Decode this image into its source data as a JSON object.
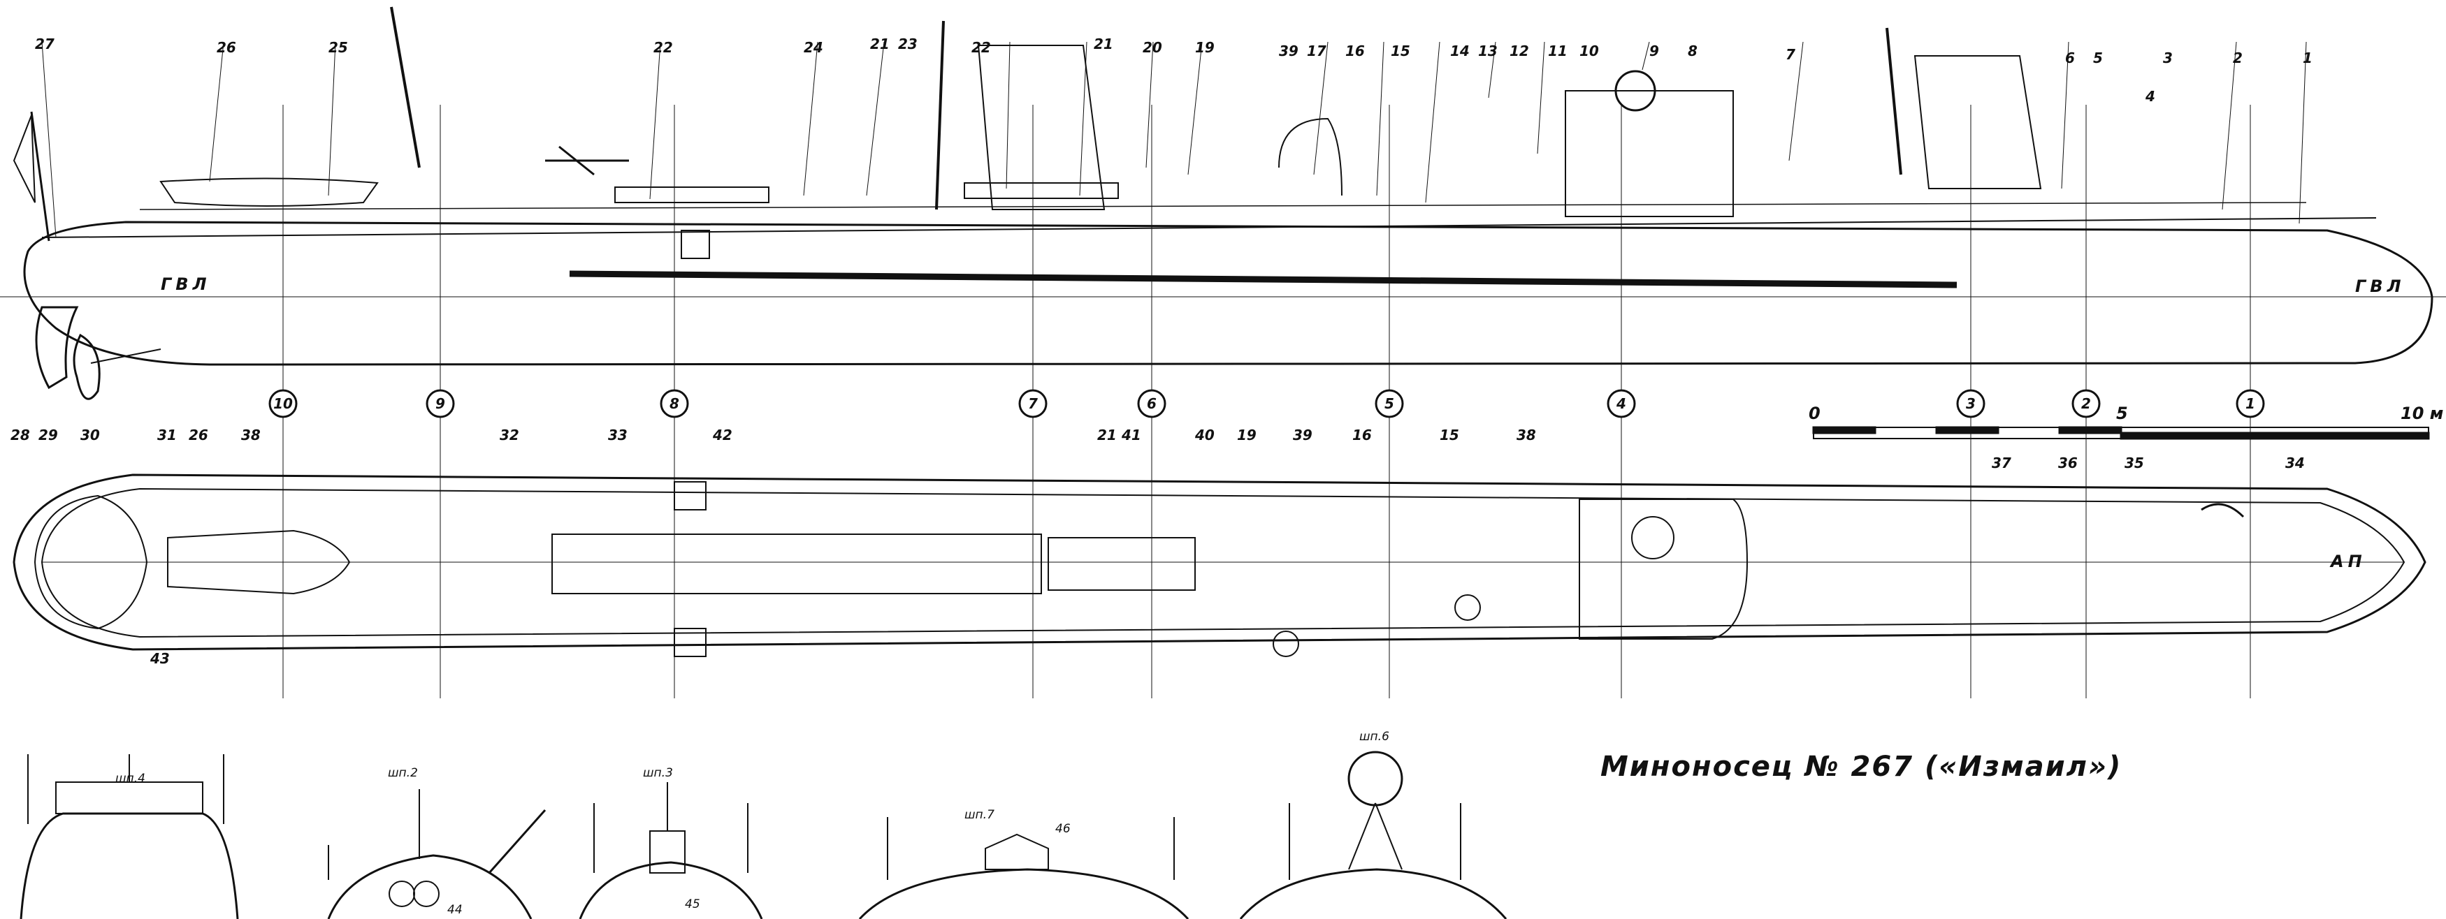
{
  "title": "Миноносец № 267 («Измаил»)",
  "waterline_label": "ГВЛ",
  "fore_label": "АП",
  "scale": {
    "ticks": [
      "0",
      "5",
      "10 м"
    ]
  },
  "frames": [
    "10",
    "9",
    "8",
    "7",
    "6",
    "5",
    "4",
    "3",
    "2",
    "1"
  ],
  "side_callouts": [
    "27",
    "26",
    "25",
    "22",
    "24",
    "21",
    "23",
    "22",
    "21",
    "20",
    "19",
    "39",
    "17",
    "16",
    "15",
    "14",
    "13",
    "12",
    "11",
    "10",
    "9",
    "8",
    "7",
    "6",
    "5",
    "3",
    "4",
    "2",
    "1"
  ],
  "hull_callouts": [
    "28",
    "29",
    "30",
    "31",
    "32",
    "33"
  ],
  "plan_callouts": [
    "26",
    "38",
    "42",
    "21",
    "41",
    "40",
    "19",
    "39",
    "16",
    "15",
    "38",
    "37",
    "36",
    "35",
    "34",
    "43"
  ],
  "sections": [
    {
      "label": "шп.4",
      "callouts": []
    },
    {
      "label": "шп.2",
      "callouts": [
        "44"
      ]
    },
    {
      "label": "шп.3",
      "callouts": [
        "45"
      ]
    },
    {
      "label": "шп.7",
      "callouts": [
        "46"
      ]
    },
    {
      "label": "шп.6",
      "callouts": []
    }
  ]
}
